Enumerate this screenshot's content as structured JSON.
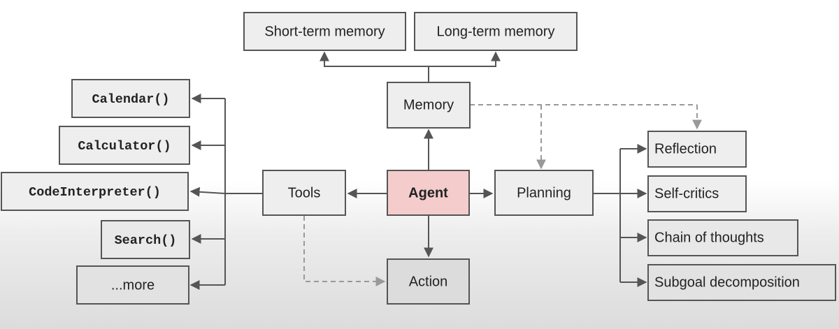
{
  "nodes": {
    "short_term_memory": "Short-term memory",
    "long_term_memory": "Long-term memory",
    "memory": "Memory",
    "calendar": "Calendar()",
    "calculator": "Calculator()",
    "code_interpreter": "CodeInterpreter()",
    "search": "Search()",
    "more": "...more",
    "tools": "Tools",
    "agent": "Agent",
    "planning": "Planning",
    "action": "Action",
    "reflection": "Reflection",
    "self_critics": "Self-critics",
    "chain_of_thoughts": "Chain of thoughts",
    "subgoal_decomposition": "Subgoal decomposition"
  },
  "colors": {
    "node_fill": "#eeeeee",
    "node_stroke": "#555555",
    "agent_fill": "#f4cccc",
    "edge_solid": "#555555",
    "edge_dashed": "#999999"
  }
}
